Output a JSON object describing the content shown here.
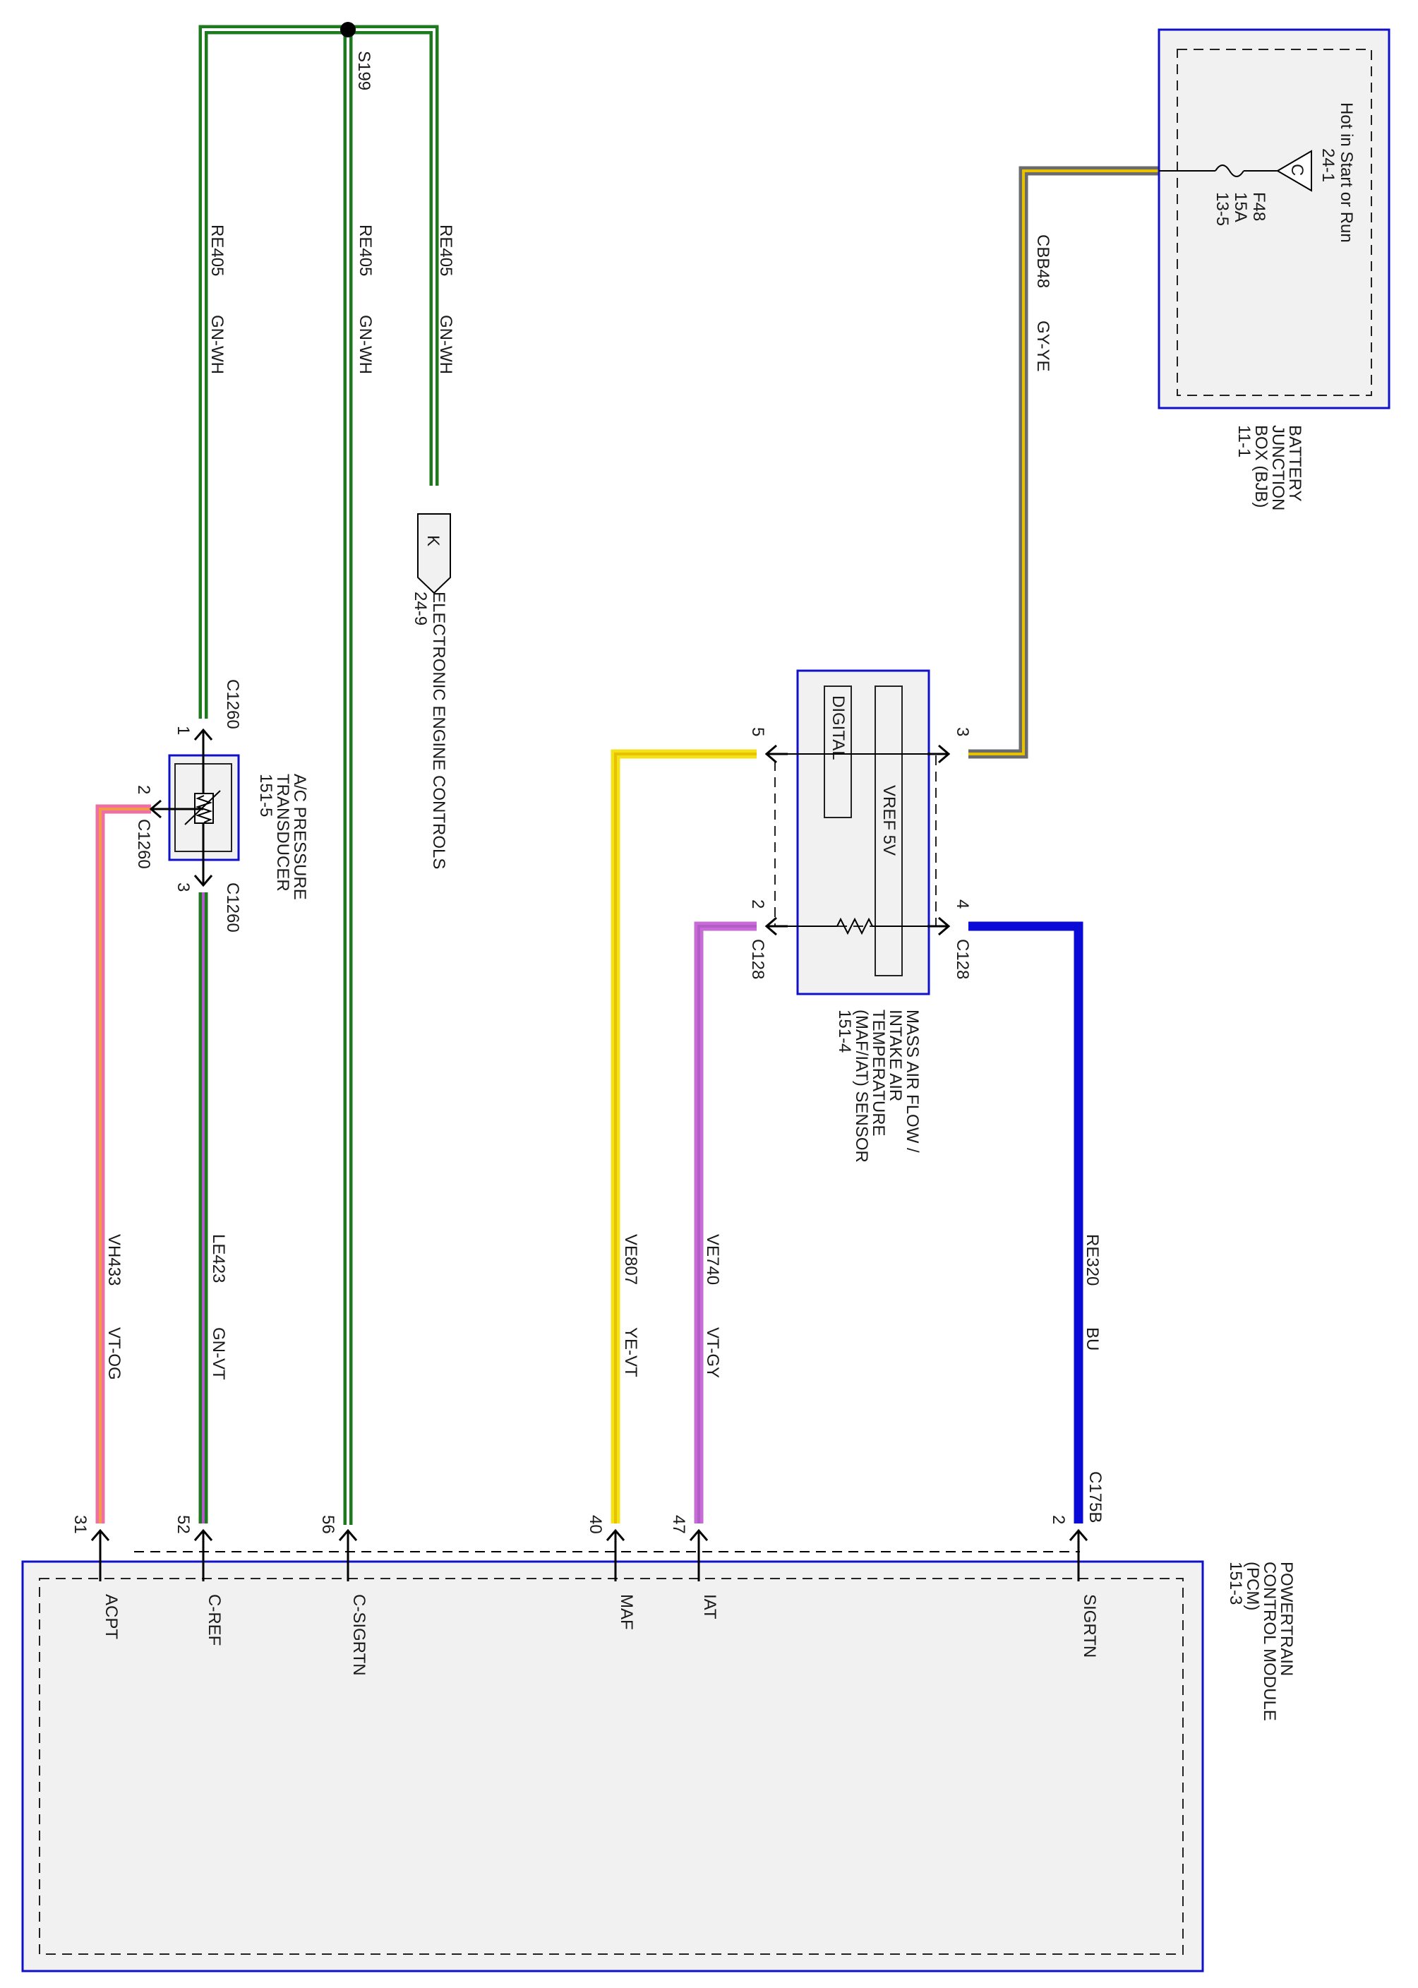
{
  "colors": {
    "green": "#1e7a1e",
    "gn_stripe": "#ffffff",
    "vt_stripe": "#b35cc8",
    "gray": "#6b6b6b",
    "ye_stripe": "#e6c200",
    "yellow": "#f3e21a",
    "violet": "#c76bd6",
    "blue": "#0a0ad6",
    "pink": "#ee6fa3",
    "og_stripe": "#f39a4a",
    "block_border": "#1010c8",
    "block_fill": "#f1f1f1"
  },
  "bjb": {
    "name": "BATTERY JUNCTION BOX (BJB)",
    "page": "11-1",
    "hot": "Hot in Start or Run",
    "hot_ref": "24-1",
    "fuse_id": "F48",
    "fuse_rating": "15A",
    "fuse_ref": "13-5",
    "flag": "C"
  },
  "maf": {
    "name": "MASS AIR FLOW / INTAKE AIR TEMPERATURE (MAF/IAT) SENSOR",
    "page": "151-4",
    "vref": "VREF 5V",
    "digital": "DIGITAL",
    "connector": "C128",
    "pins": [
      "3",
      "5",
      "4",
      "2"
    ]
  },
  "acpt": {
    "name": "A/C PRESSURE TRANSDUCER",
    "page": "151-5",
    "connector": "C1260",
    "pins": [
      "1",
      "2",
      "3"
    ]
  },
  "splice": {
    "id": "S199"
  },
  "eec": {
    "name": "ELECTRONIC ENGINE CONTROLS",
    "page": "24-9",
    "letter": "K"
  },
  "pcm": {
    "name": "POWERTRAIN CONTROL MODULE (PCM)",
    "page": "151-3",
    "connector": "C175B",
    "pins": [
      {
        "num": "2",
        "signal": "SIGRTN"
      },
      {
        "num": "47",
        "signal": "IAT"
      },
      {
        "num": "40",
        "signal": "MAF"
      },
      {
        "num": "56",
        "signal": "C-SIGRTN"
      },
      {
        "num": "52",
        "signal": "C-REF"
      },
      {
        "num": "31",
        "signal": "ACPT"
      }
    ]
  },
  "wires": {
    "cbb48": {
      "circuit": "CBB48",
      "color": "GY-YE"
    },
    "re405_a": {
      "circuit": "RE405",
      "color": "GN-WH"
    },
    "re405_b": {
      "circuit": "RE405",
      "color": "GN-WH"
    },
    "re405_c": {
      "circuit": "RE405",
      "color": "GN-WH"
    },
    "re320": {
      "circuit": "RE320",
      "color": "BU"
    },
    "ve740": {
      "circuit": "VE740",
      "color": "VT-GY"
    },
    "ve807": {
      "circuit": "VE807",
      "color": "YE-VT"
    },
    "le423": {
      "circuit": "LE423",
      "color": "GN-VT"
    },
    "vh433": {
      "circuit": "VH433",
      "color": "VT-OG"
    }
  }
}
